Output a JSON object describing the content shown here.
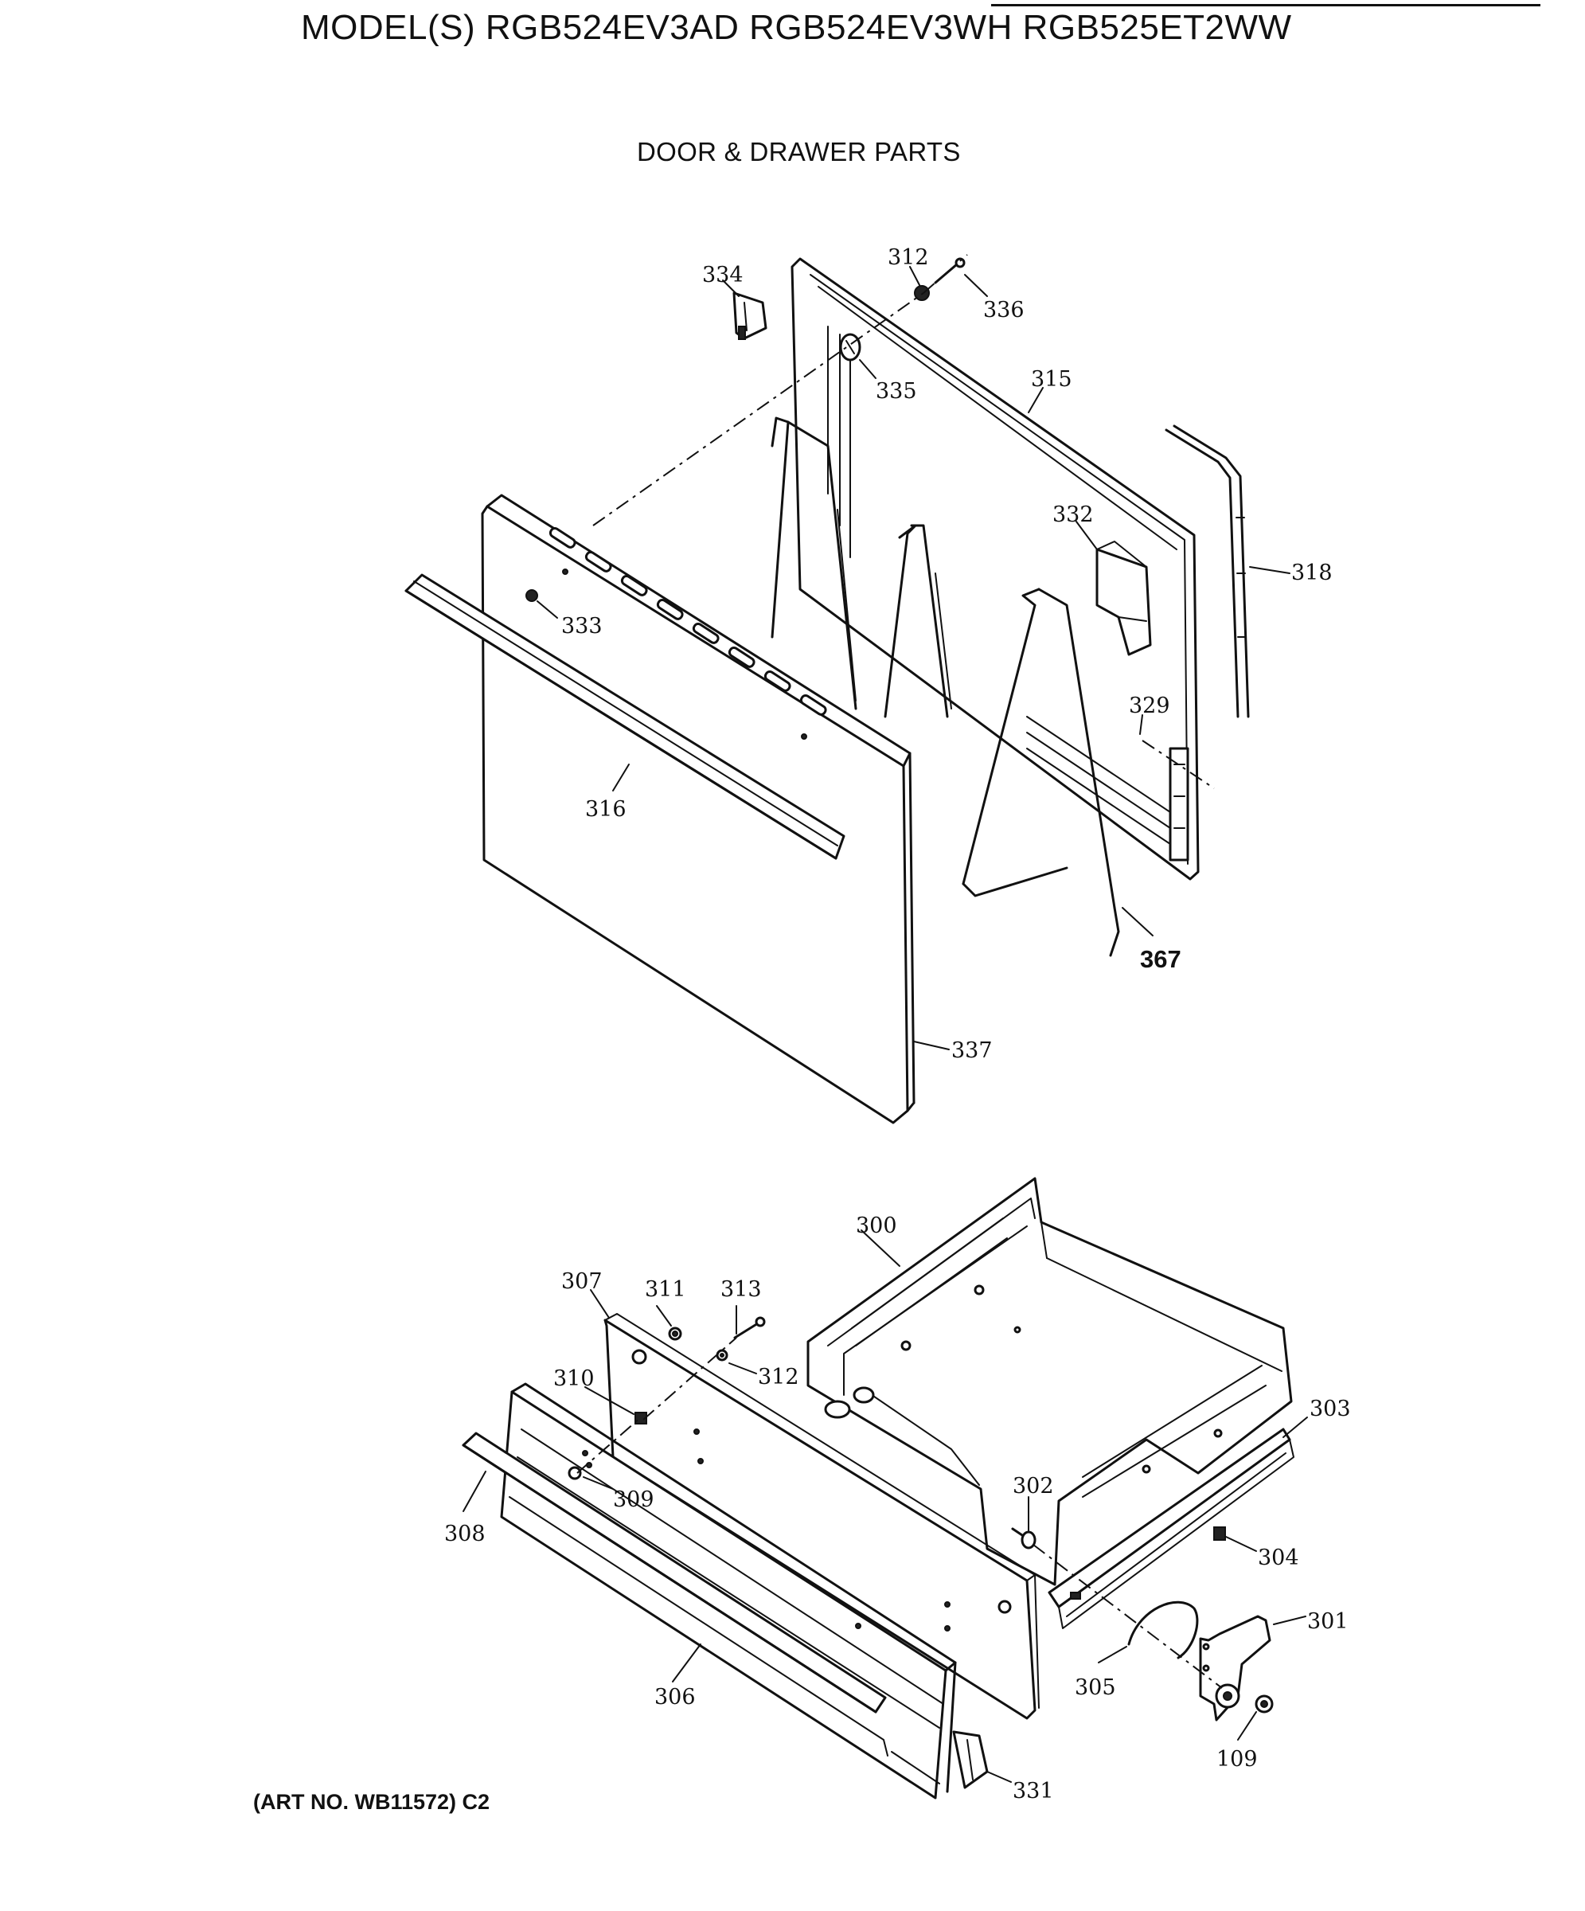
{
  "header": {
    "model_title": "MODEL(S) RGB524EV3AD  RGB524EV3WH  RGB525ET2WW",
    "diagram_title": "DOOR & DRAWER PARTS"
  },
  "footer": {
    "art_number": "(ART NO. WB11572) C2"
  },
  "part_labels": {
    "p334": "334",
    "p312a": "312",
    "p336": "336",
    "p335": "335",
    "p315": "315",
    "p318": "318",
    "p332": "332",
    "p333": "333",
    "p329": "329",
    "p316": "316",
    "p367": "367",
    "p337": "337",
    "p300": "300",
    "p307": "307",
    "p311": "311",
    "p313": "313",
    "p312b": "312",
    "p310": "310",
    "p303": "303",
    "p302": "302",
    "p309": "309",
    "p308": "308",
    "p304": "304",
    "p301": "301",
    "p305": "305",
    "p306": "306",
    "p109": "109",
    "p331": "331"
  }
}
